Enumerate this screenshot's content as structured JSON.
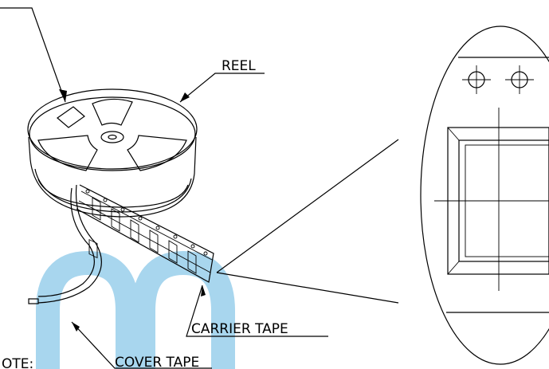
{
  "labels": {
    "reel": "REEL",
    "carrier_tape": "CARRIER TAPE",
    "cover_tape": "COVER TAPE",
    "note": "OTE:"
  },
  "colors": {
    "line": "#000000",
    "watermark": "#a8d6ee",
    "background": "#ffffff"
  }
}
